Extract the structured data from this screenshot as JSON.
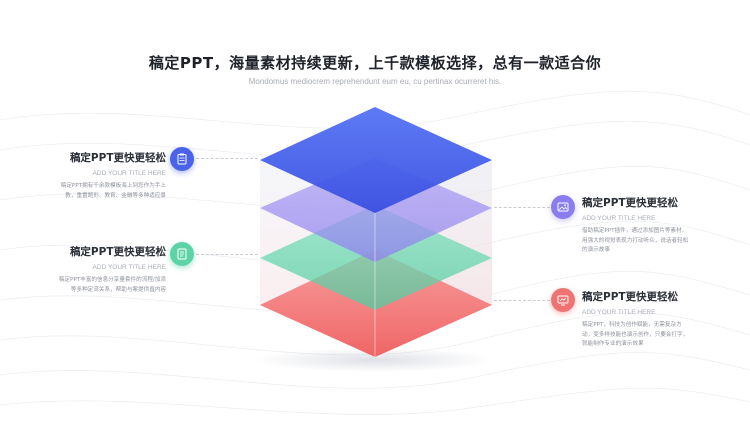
{
  "header": {
    "title": "稿定PPT，海量素材持续更新，上千款模板选择，总有一款适合你",
    "subtitle": "Mondomus mediocrem reprehendunt eum eu, cu pertinax ocurreret his."
  },
  "items": [
    {
      "title": "稿定PPT更快更轻松",
      "subtitle": "ADD YOUR TITLE HERE",
      "body": "稿定PPT拥有千余款模板海上到您作为手上教，重置题形、教育、金融等多种适应景",
      "icon": "clipboard-icon",
      "color": "#4a63e8"
    },
    {
      "title": "稿定PPT更快更轻松",
      "subtitle": "ADD YOUR TITLE HERE",
      "body": "稿定PPT丰富的信息分享量套件的流程/加添等多种定流关系，帮助与案提供直内容",
      "icon": "document-icon",
      "color": "#41c99b"
    },
    {
      "title": "稿定PPT更快更轻松",
      "subtitle": "ADD YOUR TITLE HERE",
      "body": "借助稿定PPT插件，通过添加图片等素材，用强大的视觉表现力打动听众，说话者轻松的演示故事",
      "icon": "picture-icon",
      "color": "#8b7cf0"
    },
    {
      "title": "稿定PPT更快更轻松",
      "subtitle": "ADD YOUR TITLE HERE",
      "body": "稿定PPT，科技为创作赋能，无需复杂方动，变多样技能也演示创作，只要会打字，就能制作专业的演示效果",
      "icon": "chart-icon",
      "color": "#f07373"
    }
  ],
  "colors": {
    "blue": "#4a63e8",
    "purple": "#9b8cf2",
    "green": "#5fd3a8",
    "red": "#f26b6b"
  }
}
